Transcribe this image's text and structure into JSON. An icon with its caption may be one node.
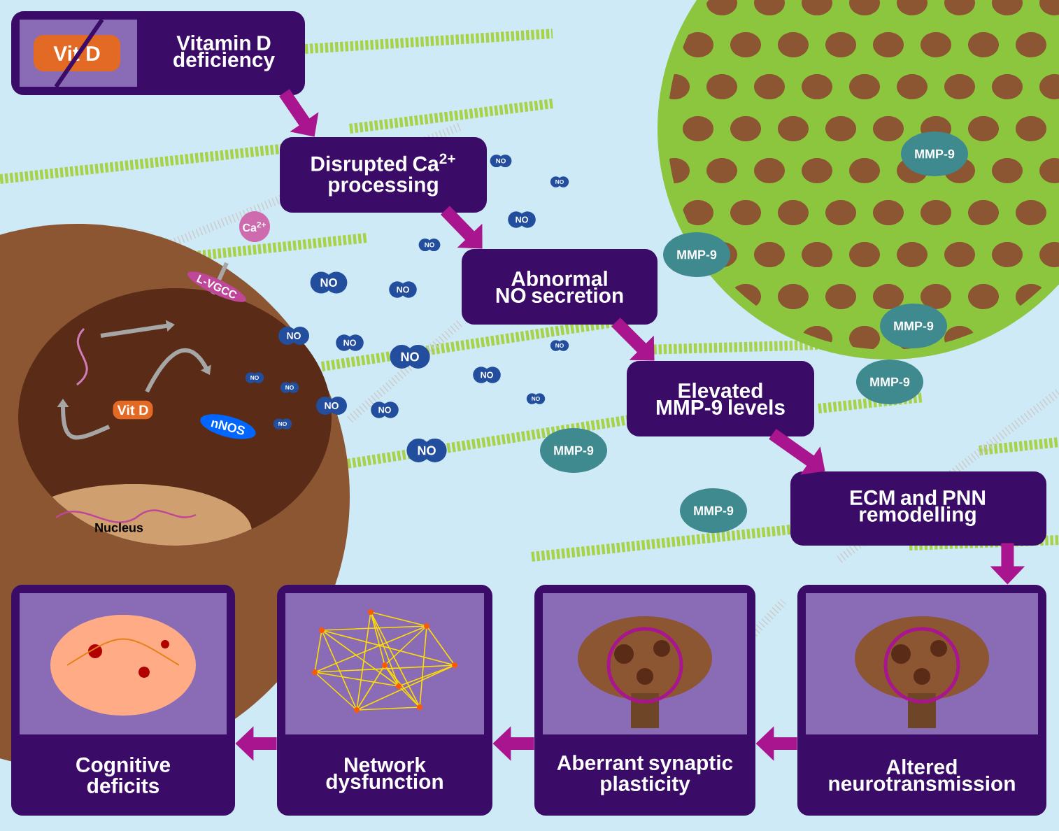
{
  "diagram": {
    "nodes": [
      {
        "text": [
          "Vitamin D deficiency"
        ]
      },
      {
        "text": [
          "Vit D"
        ],
        "in": 0
      },
      {
        "text": [
          "Disrupted Ca$^{2+}$ processing"
        ]
      },
      {
        "text": [
          "Abnormal NO secretion"
        ]
      },
      {
        "text": [
          "Elevated MMP-9 levels"
        ]
      },
      {
        "text": [
          "ECM and PNN remodelling"
        ]
      },
      {
        "text": [
          "Altered neurotransmission"
        ]
      },
      {
        "text": [
          "Aberrant synaptic plasticity"
        ]
      },
      {
        "text": [
          "Network dysfunction"
        ]
      },
      {
        "text": [
          "Cognitive deficits"
        ]
      }
    ],
    "edges": [
      {
        "from": 0,
        "to": 2,
        "arrow": "to"
      },
      {
        "from": 2,
        "to": 3,
        "arrow": "to"
      },
      {
        "from": 3,
        "to": 4,
        "arrow": "to"
      },
      {
        "from": 4,
        "to": 5,
        "arrow": "to"
      },
      {
        "from": 5,
        "to": 6,
        "arrow": "to"
      },
      {
        "from": 6,
        "to": 7,
        "arrow": "to"
      },
      {
        "from": 7,
        "to": 8,
        "arrow": "to"
      },
      {
        "from": 8,
        "to": 9,
        "arrow": "to"
      }
    ],
    "labels": [
      "Ca$^{2+}$",
      "L-VGCC",
      "Vit D",
      "nNOS",
      "Nucleus",
      "NO",
      "NO",
      "NO",
      "NO",
      "NO",
      "NO",
      "NO",
      "NO",
      "NO",
      "NO",
      "NO",
      "NO",
      "NO",
      "NO",
      "NO",
      "NO",
      "NO",
      "NO",
      "MMP-9",
      "MMP-9",
      "MMP-9",
      "MMP-9",
      "MMP-9",
      "MMP-9"
    ]
  }
}
